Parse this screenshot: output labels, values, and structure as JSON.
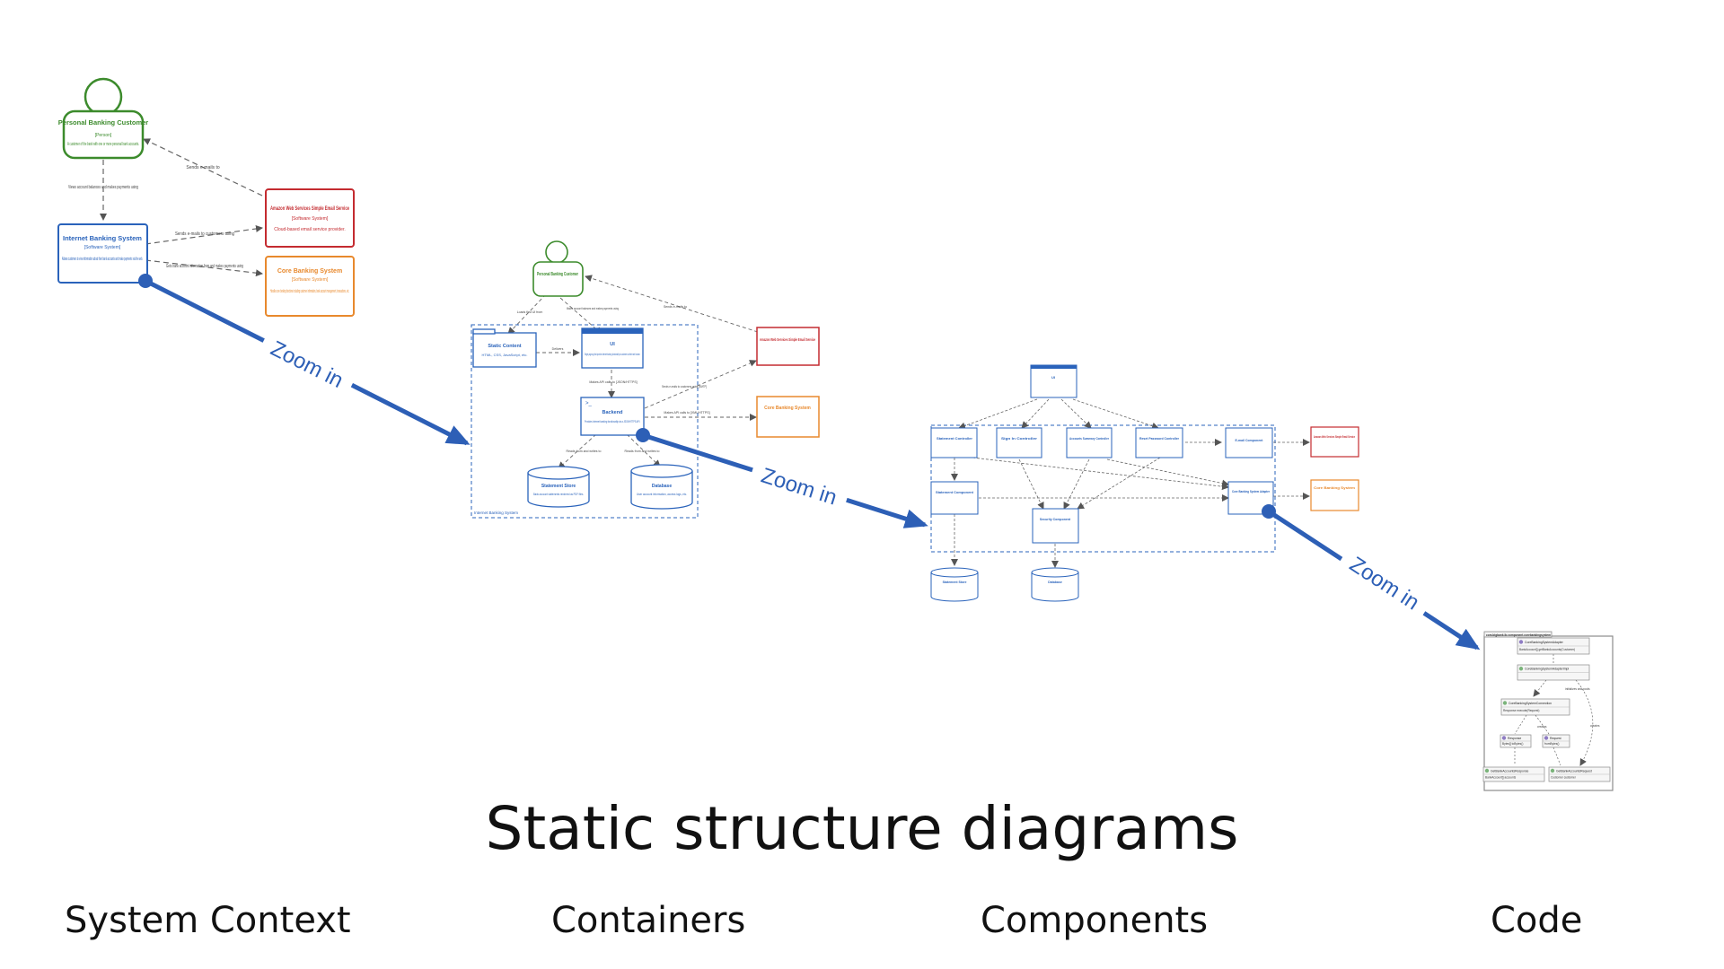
{
  "title": "Static structure diagrams",
  "levels": [
    "System Context",
    "Containers",
    "Components",
    "Code"
  ],
  "zoom_label": "Zoom in",
  "colors": {
    "person": "#3c8b2c",
    "system": "#2a63bb",
    "external_red": "#c42b30",
    "external_orange": "#e8892d",
    "arrow": "#2d5fb6",
    "code_border": "#8c8c8c"
  },
  "context": {
    "person": {
      "name": "Personal Banking Customer",
      "type": "[Person]",
      "desc": "A customer of the bank with one or more personal bank accounts."
    },
    "system": {
      "name": "Internet Banking System",
      "type": "[Software System]",
      "desc": "Allows customers to view information about their bank accounts and make payments via the web."
    },
    "email": {
      "name": "Amazon Web Services Simple Email Service",
      "type": "[Software System]",
      "desc": "Cloud-based email service provider."
    },
    "core": {
      "name": "Core Banking System",
      "type": "[Software System]",
      "desc": "Handles core banking functions including customer information, bank account management, transactions, etc."
    },
    "rels": {
      "views": "Views account balances and makes payments using",
      "sends_email": "Sends e-mails to",
      "sends_email_customers": "Sends e-mails to customers using",
      "gets_info": "Gets bank account information from and makes payments using"
    }
  },
  "containers": {
    "person": "Personal Banking Customer",
    "static": {
      "name": "Static Content",
      "desc": "HTML, CSS, JavaScript, etc."
    },
    "ui": {
      "name": "UI",
      "desc": "Single-page app that provides Internet banking functionality to customers via their web browser."
    },
    "backend": {
      "name": "Backend",
      "desc": "Provides Internet banking functionality via a JSON/HTTPS API."
    },
    "store": {
      "name": "Statement Store",
      "desc": "Bank account statements rendered as PDF files."
    },
    "db": {
      "name": "Database",
      "desc": "User account information, access logs, etc."
    },
    "email": "Amazon Web Services Simple Email Service",
    "core": "Core Banking System",
    "boundary": "Internet Banking System",
    "rels": {
      "loads": "Loads first UI from",
      "uses": "Makes account balances and makes payments using",
      "sends": "Sends e-mails to",
      "delivers": "Delivers",
      "api": "Makes API calls to [JSON/HTTPS]",
      "sends_using": "Sends e-mails to customers using [SMTP]",
      "core_api": "Makes API calls to [XML/HTTPS]",
      "reads_store": "Reads from and writes to",
      "reads_db": "Reads from and writes to"
    }
  },
  "components": {
    "ui": "UI",
    "statement_controller": "Statement Controller",
    "signin": "Sign In Controller",
    "accounts": "Accounts Summary Controller",
    "reset": "Reset Password Controller",
    "email_comp": "E-mail Component",
    "statement_comp": "Statement Component",
    "security": "Security Component",
    "adapter": "Core Banking System Adapter",
    "aws": "Amazon Web Services Simple Email Service",
    "core": "Core Banking System",
    "store": "Statement Store",
    "db": "Database"
  },
  "code": {
    "package": "com.bigbank.ib.component.corebankingsystem",
    "classes": [
      {
        "kind": "I",
        "name": "CoreBankingSystemAdapter",
        "member": "BankAccount[] getBankAccounts(Customer)"
      },
      {
        "kind": "C",
        "name": "CoreBankingSystemAdapterImpl",
        "member": ""
      },
      {
        "kind": "C",
        "name": "CoreBankingSystemConnection",
        "member": "Response execute(Request)"
      },
      {
        "kind": "I",
        "name": "Response",
        "member": "Bytes[] toBytes()"
      },
      {
        "kind": "I",
        "name": "Request",
        "member": "fromBytes()"
      },
      {
        "kind": "C",
        "name": "GetBankAccountsResponse",
        "member": "BankAccount[] accounts"
      },
      {
        "kind": "C",
        "name": "GetBankAccountsRequest",
        "member": "Customer customer"
      }
    ],
    "rels": {
      "initializes": "initializes and pools",
      "creates": "creates",
      "creates2": "creates"
    }
  }
}
